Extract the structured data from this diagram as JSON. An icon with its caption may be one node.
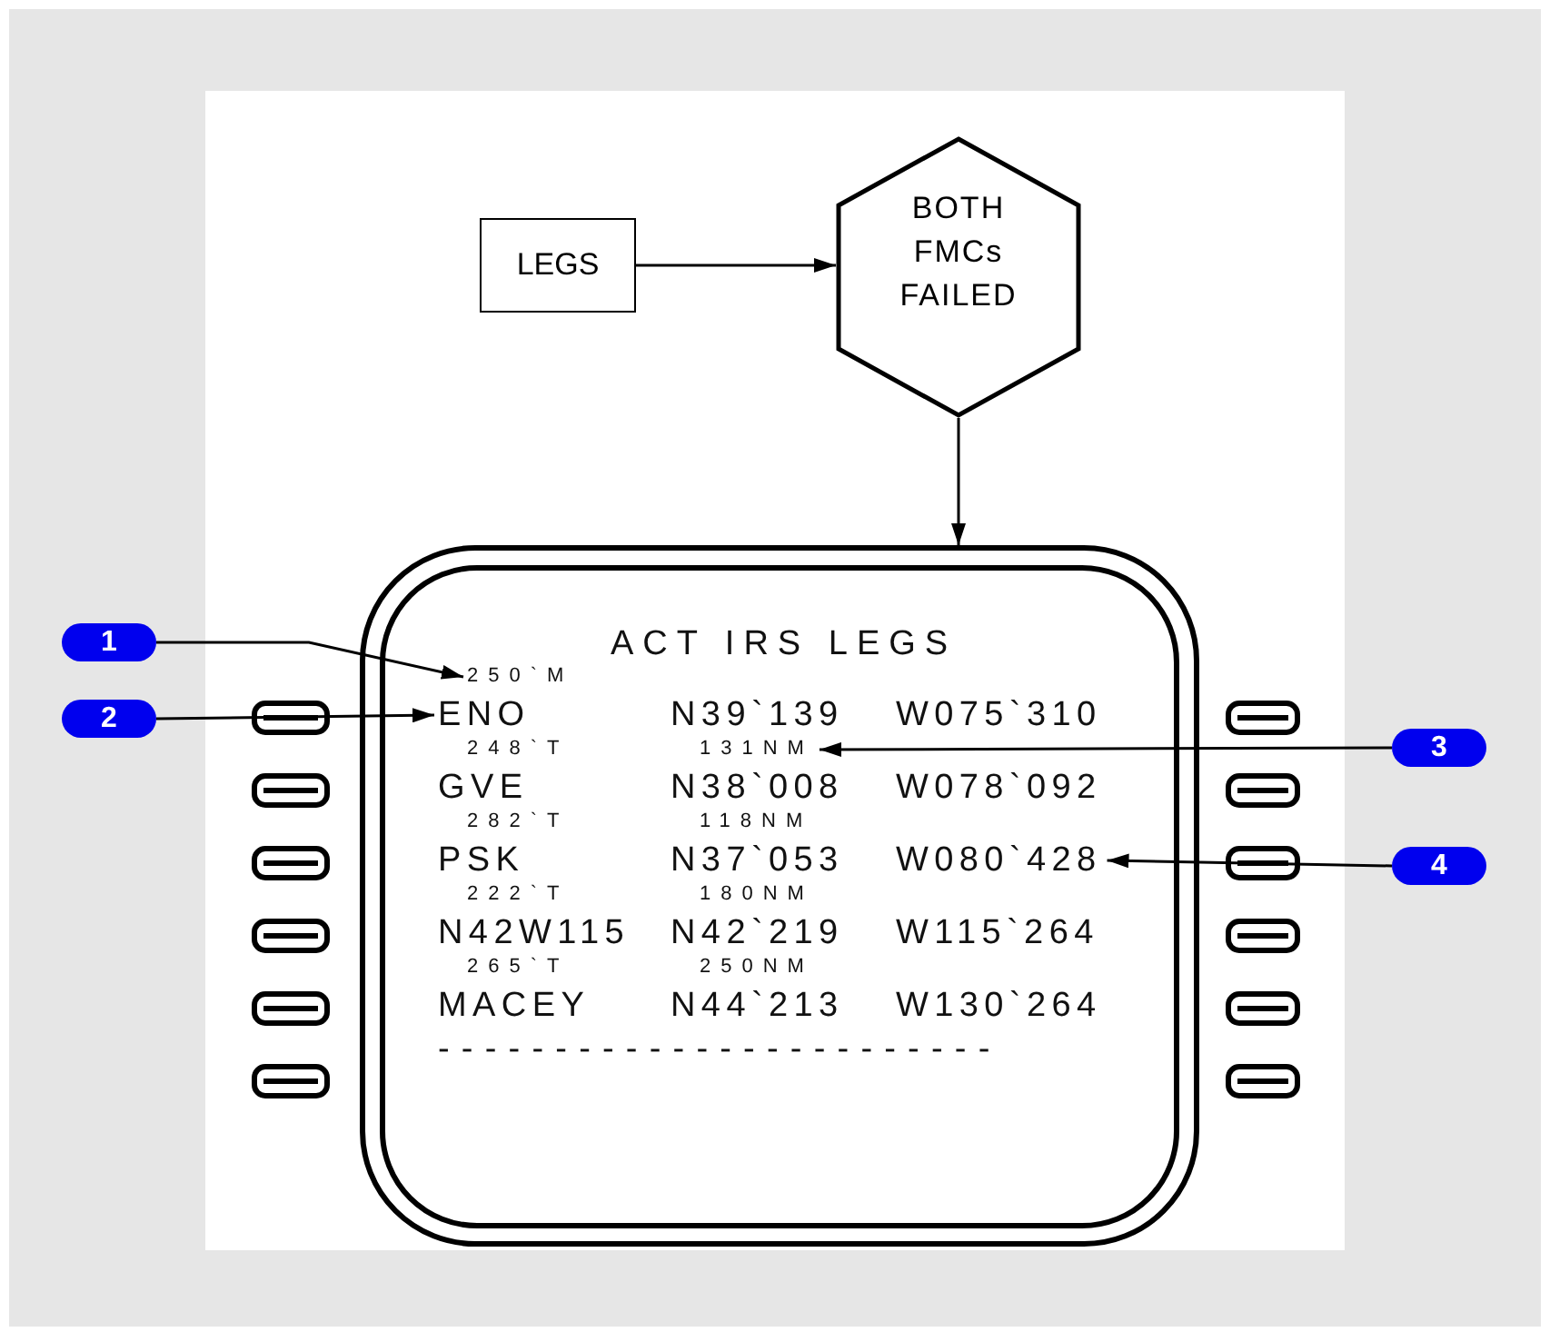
{
  "diagram": {
    "nodes": [
      {
        "text": [
          "LEGS"
        ]
      },
      {
        "text": [
          "BOTH FMCs FAILED"
        ]
      },
      {
        "text": [
          "ACT IRS LEGS"
        ]
      },
      {
        "text": [
          "250`M"
        ],
        "in": 2
      },
      {
        "text": [
          "ENO"
        ],
        "in": 2
      },
      {
        "text": [
          "131NM"
        ],
        "in": 2
      },
      {
        "text": [
          "W080`428"
        ],
        "in": 2
      },
      {
        "text": [
          "1"
        ]
      },
      {
        "text": [
          "2"
        ]
      },
      {
        "text": [
          "3"
        ]
      },
      {
        "text": [
          "4"
        ]
      }
    ],
    "edges": [
      {
        "from": 0,
        "to": 1,
        "arrow": "to"
      },
      {
        "from": 1,
        "to": 2,
        "arrow": "to"
      },
      {
        "from": 7,
        "to": 3,
        "arrow": "to"
      },
      {
        "from": 8,
        "to": 4,
        "arrow": "to"
      },
      {
        "from": 9,
        "to": 5,
        "arrow": "to"
      },
      {
        "from": 10,
        "to": 6,
        "arrow": "to"
      }
    ],
    "labels": [
      "N39`139",
      "W075`310",
      "248`T",
      "GVE",
      "N38`008",
      "W078`092",
      "282`T",
      "118NM",
      "PSK",
      "N37`053",
      "222`T",
      "180NM",
      "N42W115",
      "N42`219",
      "W115`264",
      "265`T",
      "250NM",
      "MACEY",
      "N44`213",
      "W130`264",
      "------------------------"
    ]
  }
}
